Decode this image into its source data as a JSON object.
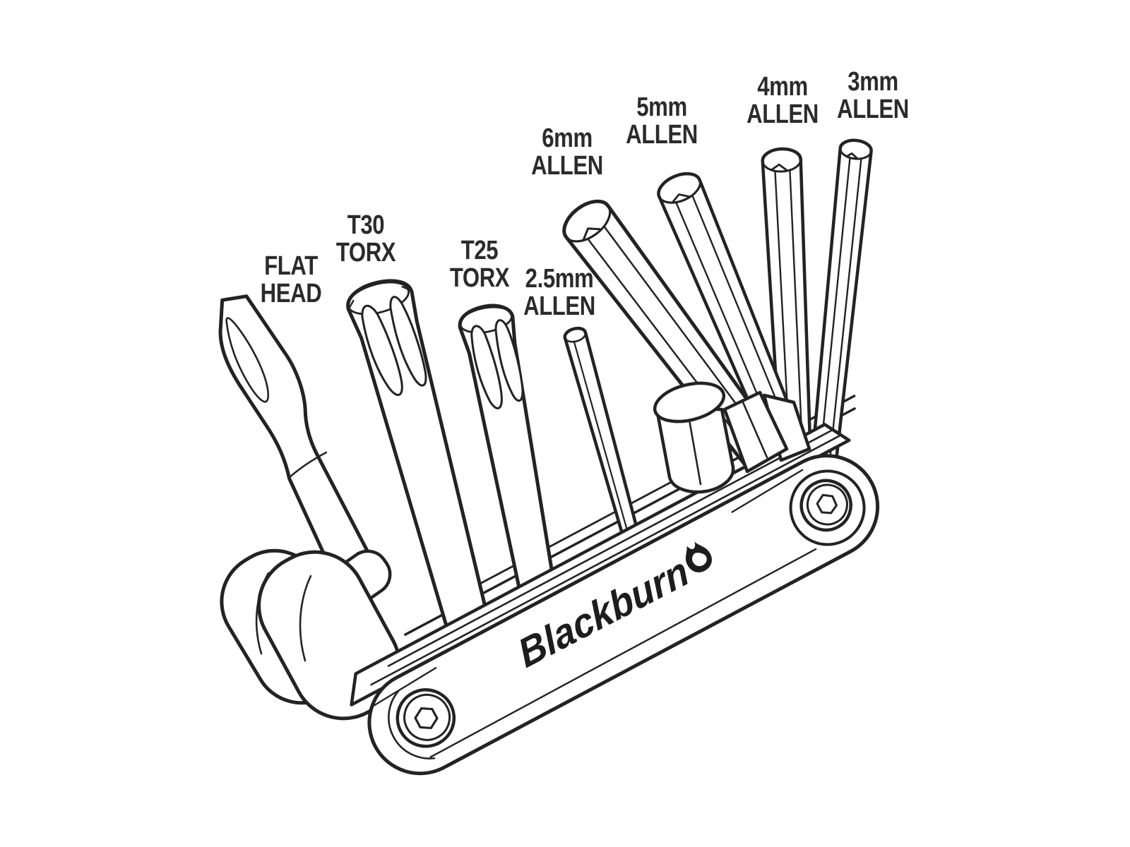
{
  "illustration": {
    "subject": "folding bicycle multi-tool with fanned-out bits"
  },
  "brand": {
    "name": "Blackburn",
    "icon": "flame"
  },
  "labels": {
    "flat_head": "FLAT\nHEAD",
    "t30": "T30\nTORX",
    "t25": "T25\nTORX",
    "allen_2_5": "2.5mm\nALLEN",
    "allen_6": "6mm\nALLEN",
    "allen_5": "5mm\nALLEN",
    "allen_4": "4mm\nALLEN",
    "allen_3": "3mm\nALLEN"
  },
  "colors": {
    "line": "#232323",
    "label_text": "#2b2b2b",
    "background": "#ffffff"
  }
}
